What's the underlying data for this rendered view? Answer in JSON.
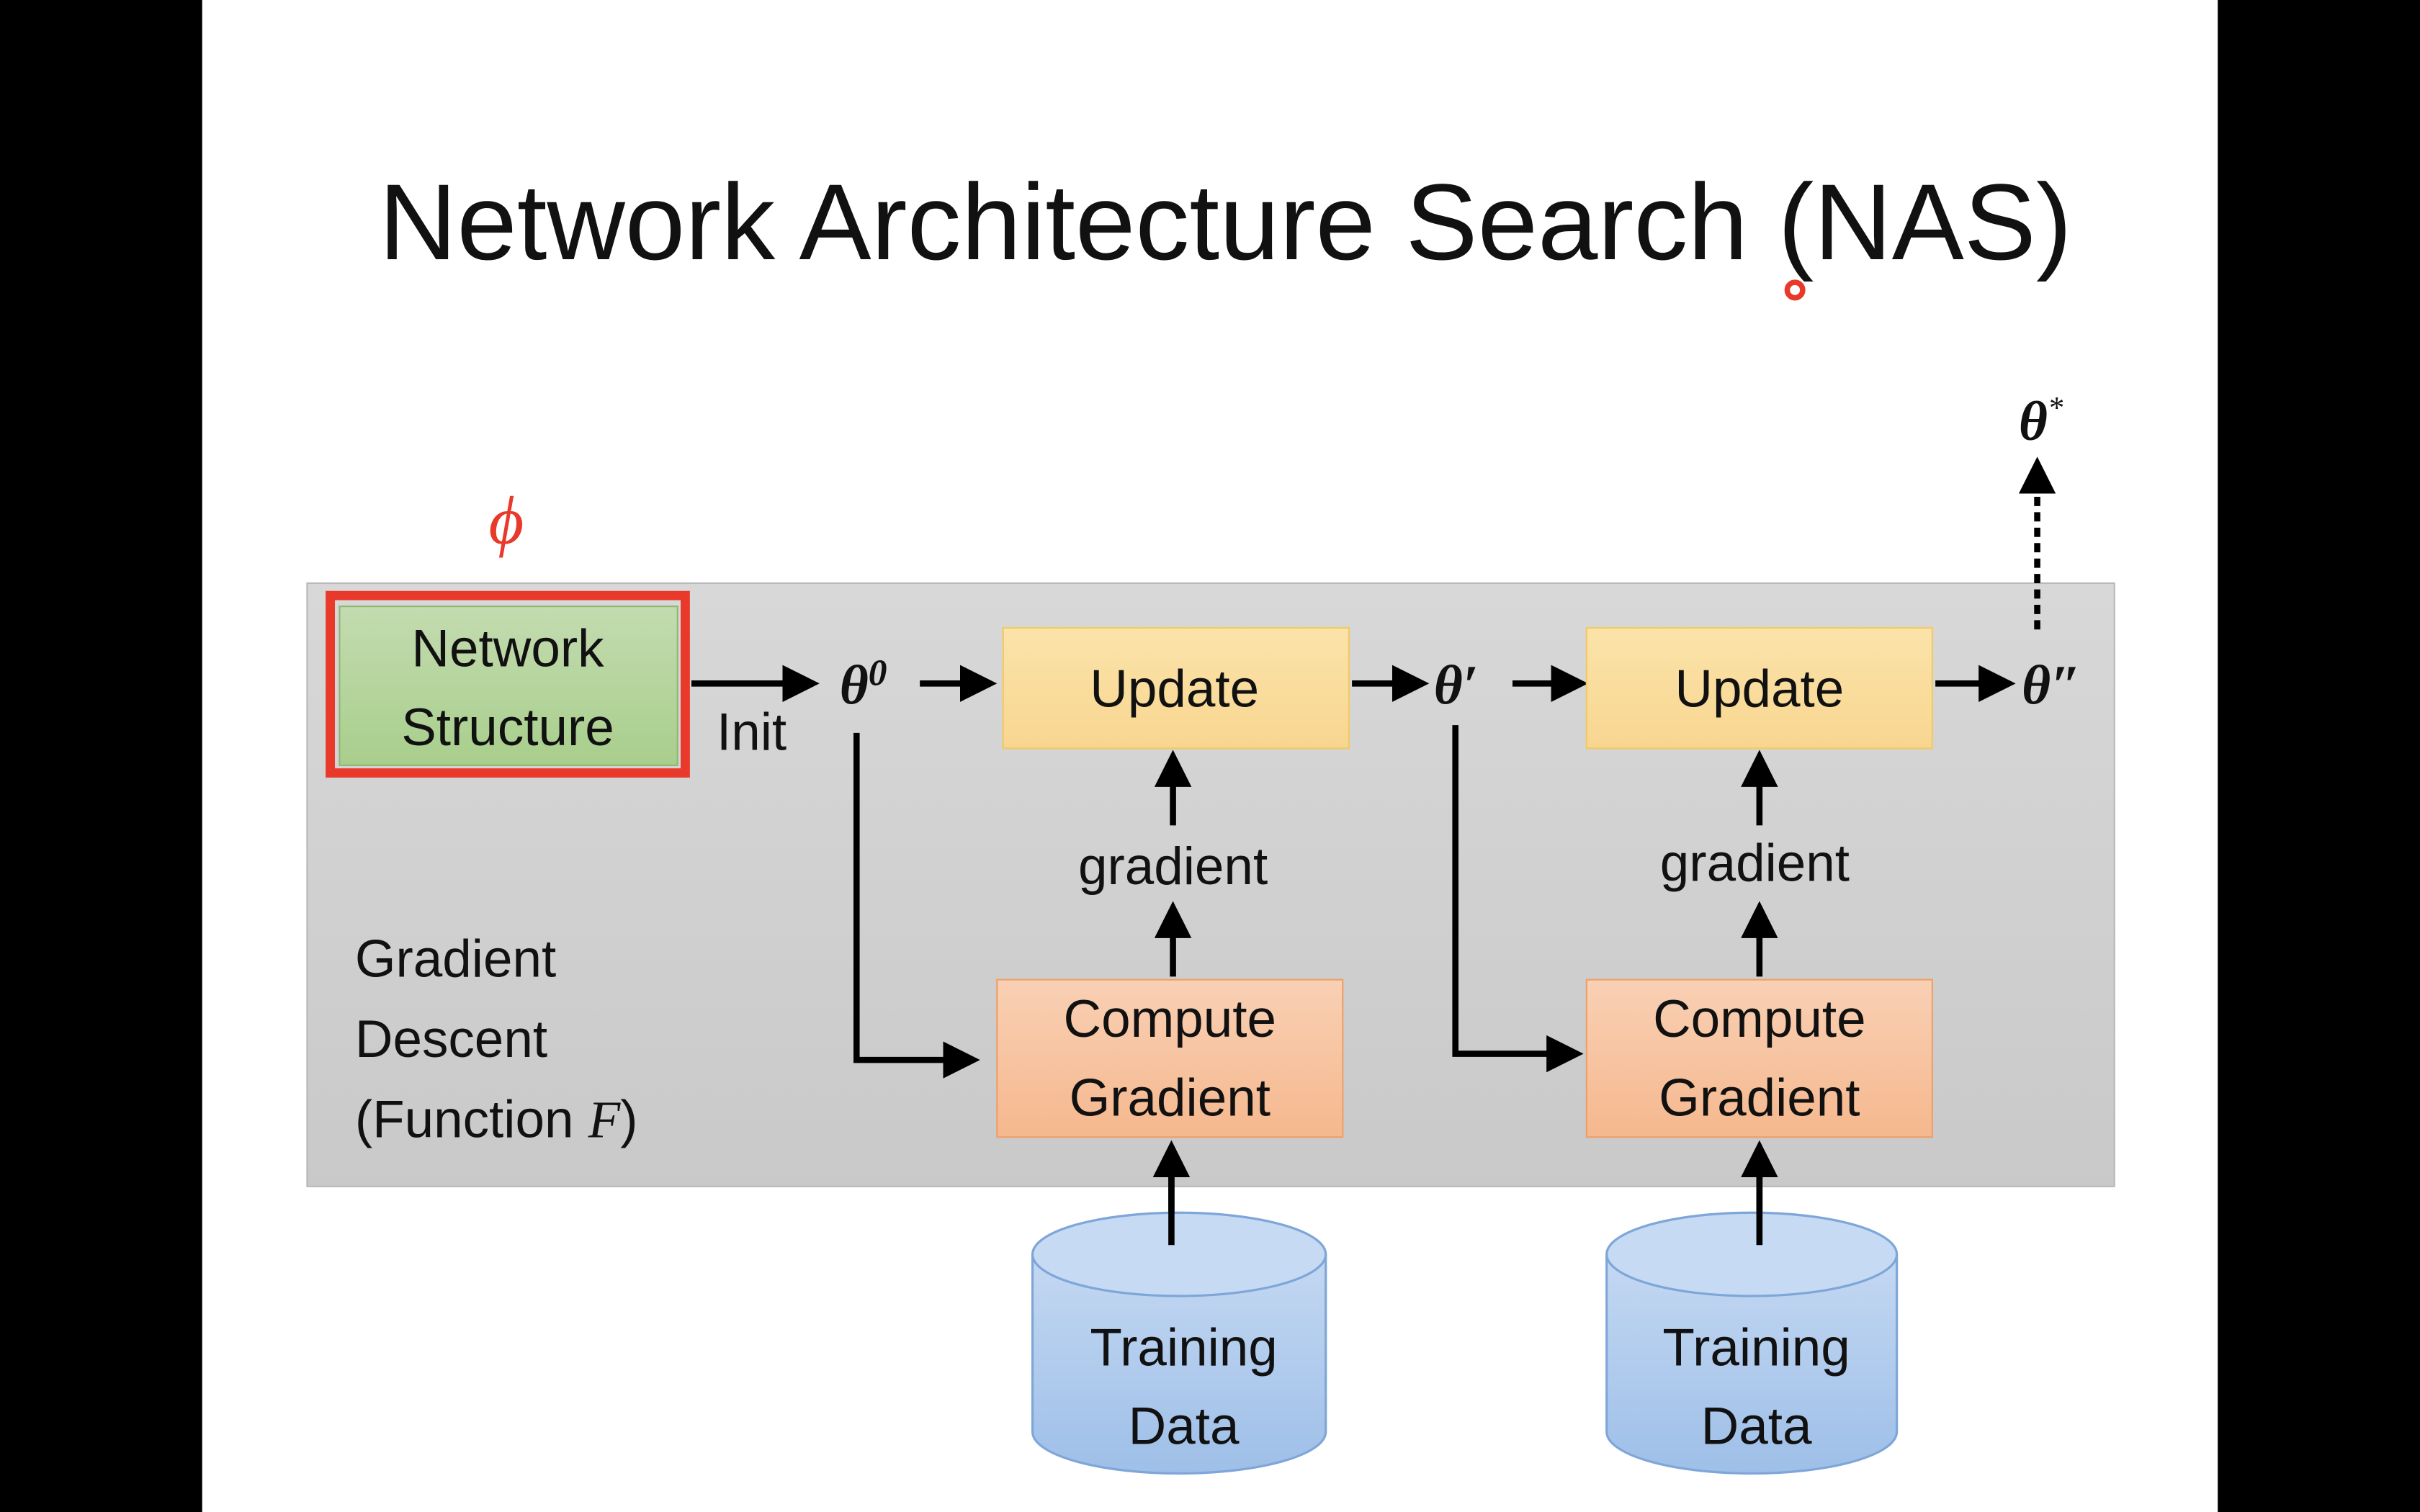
{
  "slide": {
    "title": "Network Architecture Search (NAS)",
    "phi": "ϕ",
    "network_structure": [
      "Network",
      "Structure"
    ],
    "init_label": "Init",
    "theta0": "θ",
    "theta0_sup": "0",
    "theta_prime": "θ′",
    "theta_double_prime": "θ″",
    "theta_star": "θ",
    "theta_star_sup": "*",
    "update_label": "Update",
    "gradient_label": "gradient",
    "compute_gradient": [
      "Compute",
      "Gradient"
    ],
    "training_data": [
      "Training",
      "Data"
    ],
    "gradient_descent": [
      "Gradient",
      "Descent",
      "(Function ",
      "F",
      ")"
    ]
  },
  "colors": {
    "highlight_red": "#e8392a",
    "network_green": "#b5d49c",
    "update_yellow": "#fae0a2",
    "compute_orange": "#f7c4a4",
    "data_blue": "#a9c6ea",
    "panel_gray": "#d2d2d2"
  }
}
